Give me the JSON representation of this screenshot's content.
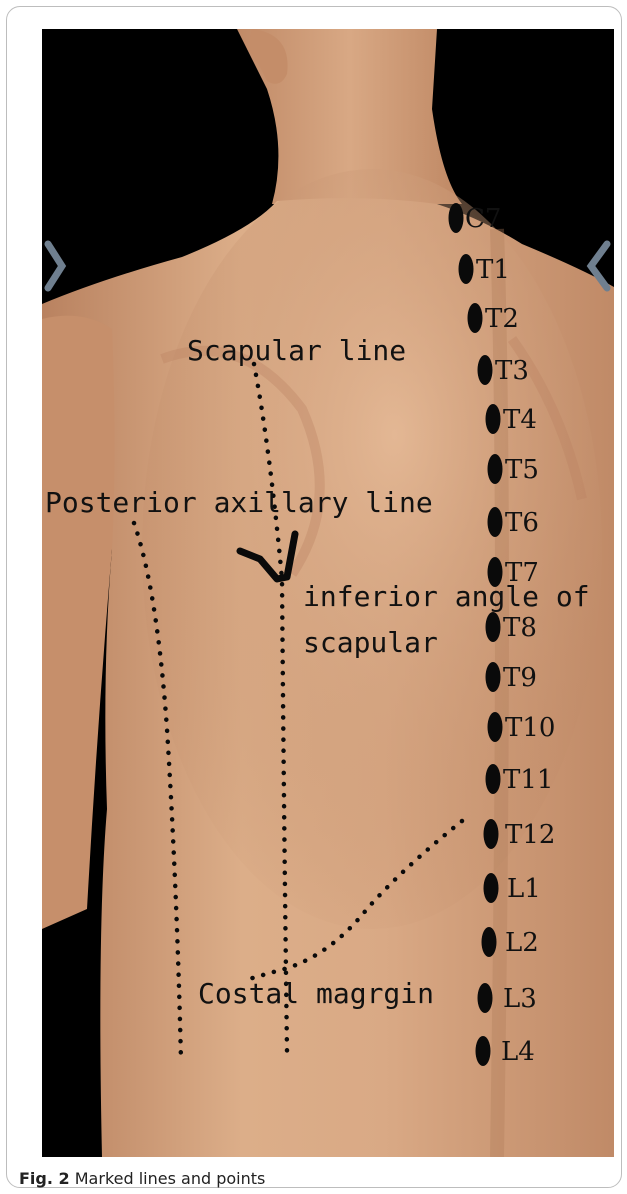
{
  "caption": {
    "label": "Fig. 2",
    "text": "Marked lines and points"
  },
  "labels": {
    "scapular_line": "Scapular line",
    "posterior_axillary_line": "Posterior axillary line",
    "inferior_angle_line1": "inferior angle of",
    "inferior_angle_line2": "scapular",
    "costal_margin": "Costal magrgin"
  },
  "vertebrae": [
    "C7",
    "T1",
    "T2",
    "T3",
    "T4",
    "T5",
    "T6",
    "T7",
    "T8",
    "T9",
    "T10",
    "T11",
    "T12",
    "L1",
    "L2",
    "L3",
    "L4"
  ],
  "colors": {
    "skin_light": "#e1b38f",
    "skin_mid": "#cf9a75",
    "skin_dark": "#b8815e",
    "marker": "#0a0a0a",
    "nav_arrow": "#6f7f8f"
  },
  "icons": [
    "chevron-right-icon",
    "chevron-left-icon"
  ]
}
